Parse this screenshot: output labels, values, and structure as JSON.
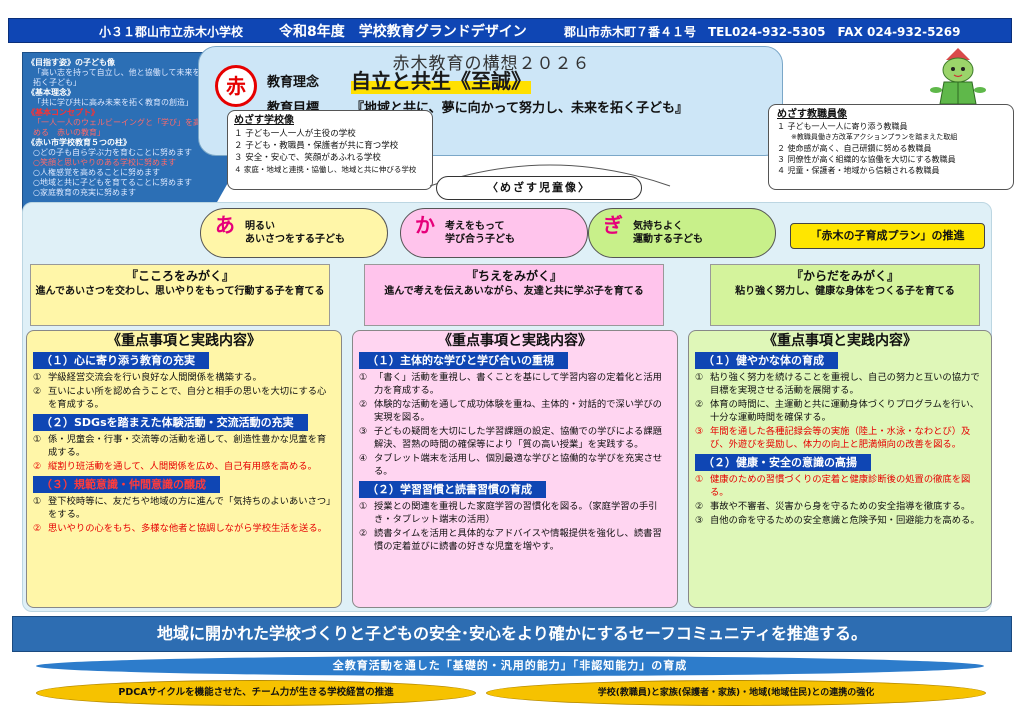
{
  "header": {
    "school": "小３１郡山市立赤木小学校",
    "title": "令和8年度　学校教育グランドデザイン",
    "address": "郡山市赤木町７番４１号　TEL024-932-5305　FAX 024-932-5269"
  },
  "left_panel": {
    "lines": [
      {
        "text": "《目指す姿》の子ども像",
        "style": "h"
      },
      {
        "text": "「高い志を持って自立し、他と協働して未来を拓く子ども」",
        "style": "t"
      },
      {
        "text": "《基本理念》",
        "style": "h"
      },
      {
        "text": "「共に学び共に高み未来を拓く教育の創造」",
        "style": "t"
      },
      {
        "text": "《基本コンセプト》",
        "style": "hr"
      },
      {
        "text": "「一人一人のウェルビーイングと「学び」を高める　赤いの教育」",
        "style": "t red"
      },
      {
        "text": "《赤い市学校教育５つの柱》",
        "style": "h"
      },
      {
        "text": "○どの子も自ら学ぶ力を育むことに努めます",
        "style": "t"
      },
      {
        "text": "○笑顔と思いやりのある学校に努めます",
        "style": "t red"
      },
      {
        "text": "○人権感覚を高めることに努めます",
        "style": "t"
      },
      {
        "text": "○地域と共に子どもを育てることに努めます",
        "style": "t"
      },
      {
        "text": "○家庭教育の充実に努めます",
        "style": "t"
      }
    ]
  },
  "concept": {
    "title": "赤木教育の構想２０２６",
    "logo_char": "赤",
    "philosophy_label": "教育理念",
    "philosophy_value": "自立と共生《至誠》",
    "goal_label": "教育目標",
    "goal_value": "『地域と共に、夢に向かって努力し、未来を拓く子ども』"
  },
  "school_image": {
    "heading": "めざす学校像",
    "items": [
      "１ 子ども一人一人が主役の学校",
      "２ 子ども・教職員・保護者が共に育つ学校",
      "３ 安全・安心で、笑顔があふれる学校",
      "４ 家庭・地域と連携・協働し、地域と共に伸びる学校"
    ]
  },
  "staff_image": {
    "heading": "めざす教職員像",
    "items": [
      "１ 子ども一人一人に寄り添う教職員",
      "※教職員働き方改革アクションプランを踏まえた取組",
      "２ 使命感が高く、自己研鑽に努める教職員",
      "３ 同僚性が高く組織的な協働を大切にする教職員",
      "４ 児童・保護者・地域から信頼される教職員"
    ]
  },
  "child_image_label": "〈めざす児童像〉",
  "ovals": [
    {
      "kana": "あ",
      "line1": "明るい",
      "line2": "あいさつをする子ども"
    },
    {
      "kana": "か",
      "line1": "考えをもって",
      "line2": "学び合う子ども"
    },
    {
      "kana": "ぎ",
      "line1": "気持ちよく",
      "line2": "運動する子ども"
    }
  ],
  "plan_label": "「赤木の子育成プラン」の推進",
  "columns": [
    {
      "head_title": "『こころをみがく』",
      "head_desc": "進んであいさつを交わし、思いやりをもって行動する子を育てる",
      "title": "《重点事項と実践内容》",
      "sections": [
        {
          "heading": "（１）心に寄り添う教育の充実",
          "red": false,
          "items": [
            {
              "n": "①",
              "text": "学級経営交流会を行い良好な人間関係を構築する。",
              "red": false
            },
            {
              "n": "②",
              "text": "互いによい所を認め合うことで、自分と相手の思いを大切にする心を育成する。",
              "red": false
            }
          ]
        },
        {
          "heading": "（２）SDGsを踏まえた体験活動・交流活動の充実",
          "red": false,
          "items": [
            {
              "n": "①",
              "text": "係・児童会・行事・交流等の活動を通して、創造性豊かな児童を育成する。",
              "red": false
            },
            {
              "n": "②",
              "text": "縦割り班活動を通して、人間関係を広め、自己有用感を高める。",
              "red": true
            }
          ]
        },
        {
          "heading": "（３）規範意識・仲間意識の醸成",
          "red": true,
          "items": [
            {
              "n": "①",
              "text": "登下校時等に、友だちや地域の方に進んで「気持ちのよいあいさつ」をする。",
              "red": false
            },
            {
              "n": "②",
              "text": "思いやりの心をもち、多様な他者と協調しながら学校生活を送る。",
              "red": true
            }
          ]
        }
      ]
    },
    {
      "head_title": "『ちえをみがく』",
      "head_desc": "進んで考えを伝えあいながら、友達と共に学ぶ子を育てる",
      "title": "《重点事項と実践内容》",
      "sections": [
        {
          "heading": "（１）主体的な学びと学び合いの重視",
          "red": false,
          "items": [
            {
              "n": "①",
              "text": "「書く」活動を重視し、書くことを基にして学習内容の定着化と活用力を育成する。",
              "red": false
            },
            {
              "n": "②",
              "text": "体験的な活動を通して成功体験を重ね、主体的・対話的で深い学びの実現を図る。",
              "red": false
            },
            {
              "n": "③",
              "text": "子どもの疑問を大切にした学習課題の設定、協働での学びによる課題解決、習熟の時間の確保等により「質の高い授業」を実践する。",
              "red": false
            },
            {
              "n": "④",
              "text": "タブレット端末を活用し、個別最適な学びと協働的な学びを充実させる。",
              "red": false
            }
          ]
        },
        {
          "heading": "（２）学習習慣と読書習慣の育成",
          "red": false,
          "items": [
            {
              "n": "①",
              "text": "授業との関連を重視した家庭学習の習慣化を図る。（家庭学習の手引き・タブレット端末の活用）",
              "red": false
            },
            {
              "n": "②",
              "text": "読書タイムを活用と具体的なアドバイスや情報提供を強化し、読書習慣の定着並びに読書の好きな児童を増やす。",
              "red": false
            }
          ]
        }
      ]
    },
    {
      "head_title": "『からだをみがく』",
      "head_desc": "粘り強く努力し、健康な身体をつくる子を育てる",
      "title": "《重点事項と実践内容》",
      "sections": [
        {
          "heading": "（１）健やかな体の育成",
          "red": false,
          "items": [
            {
              "n": "①",
              "text": "粘り強く努力を続けることを重視し、自己の努力と互いの協力で目標を実現させる活動を展開する。",
              "red": false
            },
            {
              "n": "②",
              "text": "体育の時間に、主運動と共に運動身体づくりプログラムを行い、十分な運動時間を確保する。",
              "red": false
            },
            {
              "n": "③",
              "text": "年間を通した各種記録会等の実施（陸上・水泳・なわとび）及び、外遊びを奨励し、体力の向上と肥満傾向の改善を図る。",
              "red": true
            }
          ]
        },
        {
          "heading": "（２）健康・安全の意識の高揚",
          "red": false,
          "items": [
            {
              "n": "①",
              "text": "健康のための習慣づくりの定着と健康診断後の処置の徹底を図る。",
              "red": true
            },
            {
              "n": "②",
              "text": "事故や不審者、災害から身を守るための安全指導を徹底する。",
              "red": false
            },
            {
              "n": "③",
              "text": "自他の命を守るための安全意識と危険予知・回避能力を高める。",
              "red": false
            }
          ]
        }
      ]
    }
  ],
  "banner": "地域に開かれた学校づくりと子どもの安全･安心をより確かにするセーフコミュニティを推進する。",
  "bottom_center": "全教育活動を通した「基礎的・汎用的能力」「非認知能力」の育成",
  "bottom_left": "PDCAサイクルを機能させた、チーム力が生きる学校経営の推進",
  "bottom_right": "学校(教職員)と家族(保護者・家族)・地域(地域住民)との連携の強化",
  "colors": {
    "header_blue": "#0f46b4",
    "panel_blue": "#2c6fb5",
    "yellow": "#fff6a8",
    "pink": "#ffc4ec",
    "green": "#c8f08a",
    "accent_red": "#e60000",
    "plan_yellow": "#ffe600"
  },
  "icons": {
    "mascot": "mascot-character-icon"
  }
}
